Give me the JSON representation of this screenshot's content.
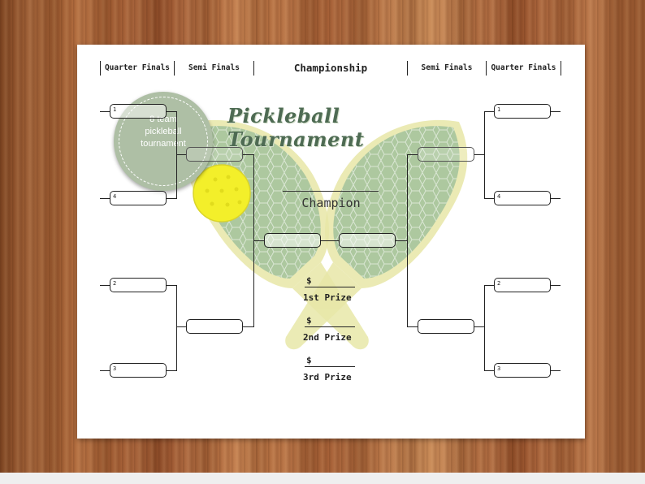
{
  "header": {
    "left_quarter_finals": "Quarter Finals",
    "left_semi_finals": "Semi Finals",
    "championship": "Championship",
    "right_semi_finals": "Semi Finals",
    "right_quarter_finals": "Quarter Finals"
  },
  "title": "Pickleball Tournament",
  "badge": {
    "line1": "8 team",
    "line2": "pickleball",
    "line3": "tournament"
  },
  "champion_label": "Champion",
  "left_bracket": {
    "seeds": [
      "1",
      "4",
      "2",
      "3"
    ]
  },
  "right_bracket": {
    "seeds": [
      "1",
      "4",
      "2",
      "3"
    ]
  },
  "prizes": [
    {
      "currency": "$",
      "label": "1st Prize"
    },
    {
      "currency": "$",
      "label": "2nd Prize"
    },
    {
      "currency": "$",
      "label": "3rd Prize"
    }
  ],
  "colors": {
    "paddle_green": "#9fbf8f",
    "paddle_edge": "#e8e7a8",
    "ball_yellow": "#f3ef2a",
    "title_green": "#4e6b53",
    "badge_green": "#aebfa5"
  }
}
